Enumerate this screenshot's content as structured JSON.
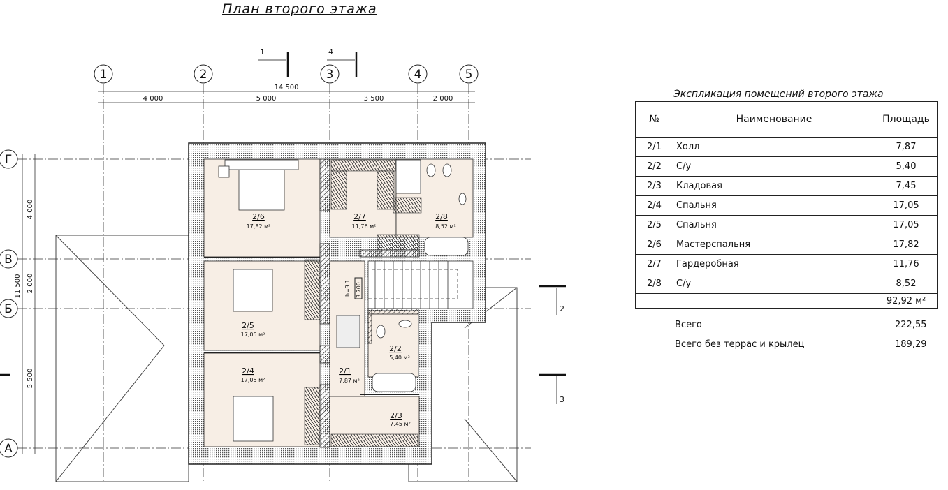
{
  "title": "План второго этажа",
  "axes": {
    "columns": [
      "1",
      "2",
      "3",
      "4",
      "5"
    ],
    "rows": [
      "Г",
      "В",
      "Б",
      "А"
    ]
  },
  "dimensions": {
    "total_width": "14 500",
    "spans_x": [
      "4 000",
      "5 000",
      "3 500",
      "2 000"
    ],
    "total_depth": "11 500",
    "spans_y": [
      "4 000",
      "2 000",
      "5 500"
    ]
  },
  "sections": {
    "top": [
      "1",
      "4"
    ],
    "right": [
      "2",
      "3"
    ]
  },
  "stair": {
    "height": "h=3.1",
    "level": "3.700"
  },
  "rooms": [
    {
      "no": "2/6",
      "area": "17,82 м²"
    },
    {
      "no": "2/7",
      "area": "11,76 м²"
    },
    {
      "no": "2/8",
      "area": "8,52 м²"
    },
    {
      "no": "2/5",
      "area": "17,05 м²"
    },
    {
      "no": "2/4",
      "area": "17,05 м²"
    },
    {
      "no": "2/1",
      "area": "7,87 м²"
    },
    {
      "no": "2/2",
      "area": "5,40 м²"
    },
    {
      "no": "2/3",
      "area": "7,45 м²"
    }
  ],
  "explication": {
    "title": "Экспликация помещений второго этажа",
    "headers": [
      "№",
      "Наименование",
      "Площадь"
    ],
    "rows": [
      {
        "no": "2/1",
        "name": "Холл",
        "area": "7,87"
      },
      {
        "no": "2/2",
        "name": "С/у",
        "area": "5,40"
      },
      {
        "no": "2/3",
        "name": "Кладовая",
        "area": "7,45"
      },
      {
        "no": "2/4",
        "name": "Спальня",
        "area": "17,05"
      },
      {
        "no": "2/5",
        "name": "Спальня",
        "area": "17,05"
      },
      {
        "no": "2/6",
        "name": "Мастерспальня",
        "area": "17,82"
      },
      {
        "no": "2/7",
        "name": "Гардеробная",
        "area": "11,76"
      },
      {
        "no": "2/8",
        "name": "С/у",
        "area": "8,52"
      }
    ],
    "total": "92,92 м²",
    "summary": [
      {
        "label": "Всего",
        "value": "222,55"
      },
      {
        "label": "Всего без террас и крылец",
        "value": "189,29"
      }
    ]
  },
  "colors": {
    "room_fill": "#f7eee5",
    "line": "#222222"
  }
}
